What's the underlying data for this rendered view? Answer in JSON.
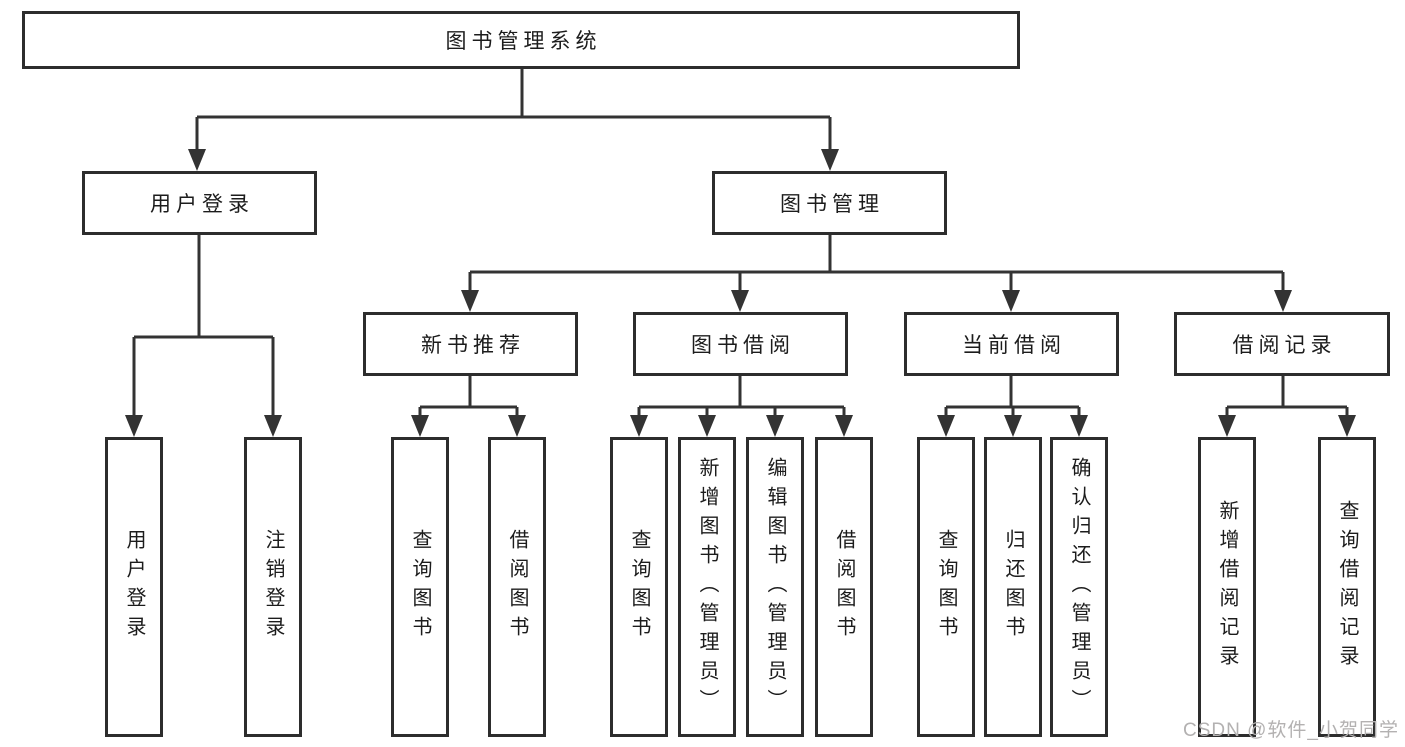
{
  "diagram": {
    "title": "图书管理系统",
    "nodes": {
      "user_login": {
        "label": "用户登录",
        "children": [
          "用户登录",
          "注销登录"
        ]
      },
      "book_management": {
        "label": "图书管理",
        "children": {
          "new_book_recommend": {
            "label": "新书推荐",
            "children": [
              "查询图书",
              "借阅图书"
            ]
          },
          "book_borrow": {
            "label": "图书借阅",
            "children": [
              "查询图书",
              "新增图书（管理员）",
              "编辑图书（管理员）",
              "借阅图书"
            ]
          },
          "current_borrow": {
            "label": "当前借阅",
            "children": [
              "查询图书",
              "归还图书",
              "确认归还（管理员）"
            ]
          },
          "borrow_records": {
            "label": "借阅记录",
            "children": [
              "新增借阅记录",
              "查询借阅记录"
            ]
          }
        }
      }
    }
  },
  "watermark": {
    "text": "CSDN @软件_小贺同学"
  },
  "colors": {
    "background": "#ffffff",
    "box_border": "#2d2d2d",
    "connector": "#333333",
    "text": "#1c1c1c",
    "watermark": "#b3b1b1"
  }
}
